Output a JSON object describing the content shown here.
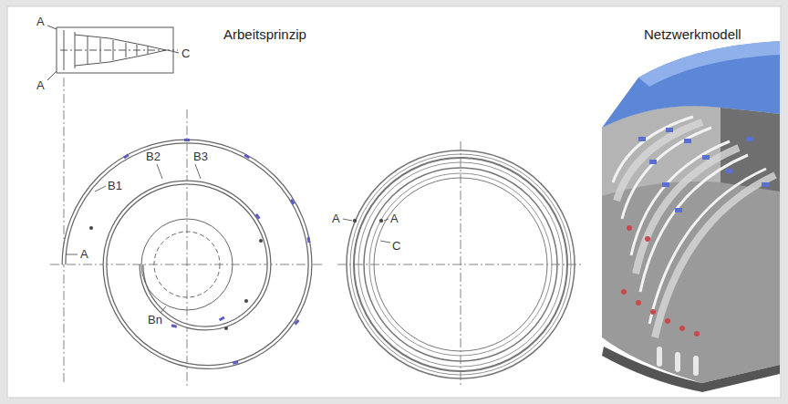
{
  "diagram": {
    "labels": [
      "Arbeitsprinzip",
      "Netzwerkmodell",
      "A",
      "A",
      "C",
      "B1",
      "B2",
      "B3",
      "A",
      "Bn",
      "A",
      "A",
      "C"
    ]
  }
}
